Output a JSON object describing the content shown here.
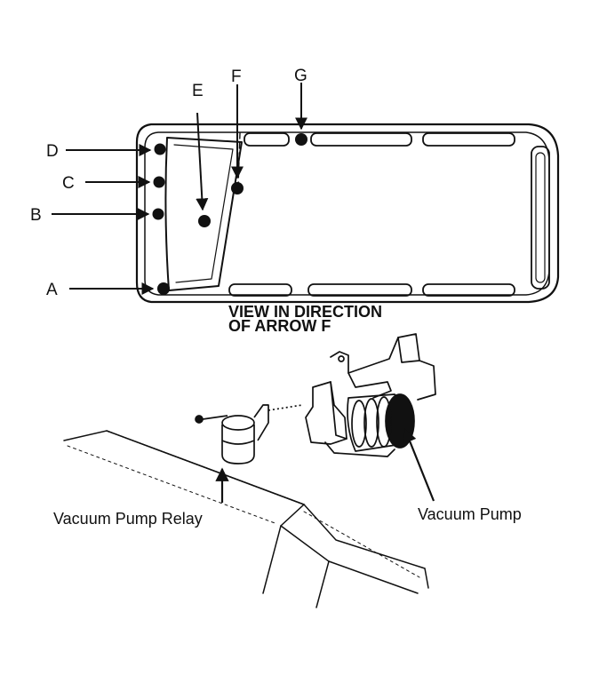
{
  "markers": {
    "a": "A",
    "b": "B",
    "c": "C",
    "d": "D",
    "e": "E",
    "f": "F",
    "g": "G"
  },
  "caption": {
    "line1": "VIEW IN DIRECTION",
    "line2": "OF ARROW F"
  },
  "callouts": {
    "relay": "Vacuum Pump Relay",
    "pump": "Vacuum Pump"
  },
  "colors": {
    "ink": "#111111",
    "paper": "#ffffff"
  }
}
